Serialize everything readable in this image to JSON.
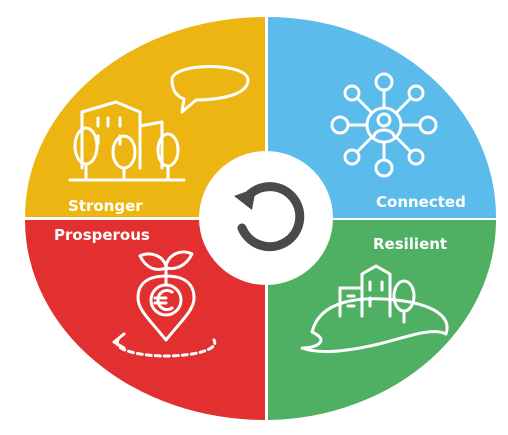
{
  "diagram": {
    "quadrants": [
      {
        "id": "stronger",
        "label": "Stronger",
        "color": "#EDB512",
        "icon": "town-buildings-speech-bubble-icon"
      },
      {
        "id": "connected",
        "label": "Connected",
        "color": "#5BBBEA",
        "icon": "network-person-icon"
      },
      {
        "id": "resilient",
        "label": "Resilient",
        "color": "#4FAF63",
        "icon": "town-on-hill-icon"
      },
      {
        "id": "prosperous",
        "label": "Prosperous",
        "color": "#E1302F",
        "icon": "euro-sprout-location-pin-icon"
      }
    ],
    "center": {
      "icon": "refresh-cycle-icon",
      "color": "#ffffff",
      "icon_color": "#4a4a4a"
    }
  }
}
